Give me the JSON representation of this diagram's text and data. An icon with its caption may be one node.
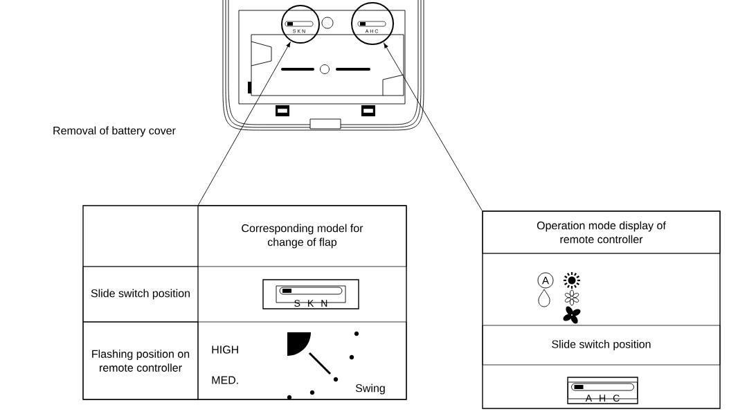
{
  "diagram": {
    "nodes": [
      {
        "text": [],
        "shape": "circle"
      },
      {
        "text": [],
        "shape": "circle"
      },
      {
        "text": [],
        "shape": "box"
      },
      {
        "text": [
          "Corresponding model for change of flap"
        ],
        "in": 2
      },
      {
        "text": [
          "Slide switch position"
        ],
        "in": 2
      },
      {
        "text": [
          "S K N"
        ],
        "in": 2
      },
      {
        "text": [
          "Flashing position on remote controller"
        ],
        "in": 2
      },
      {
        "text": [
          "HIGH",
          "MED.",
          "Swing"
        ],
        "in": 2
      },
      {
        "text": [],
        "shape": "box"
      },
      {
        "text": [
          "Operation mode display of remote controller"
        ],
        "in": 8
      },
      {
        "text": [
          "Slide switch position"
        ],
        "in": 8
      },
      {
        "text": [
          "A H C"
        ],
        "in": 8
      }
    ],
    "edges": [
      {
        "from": 2,
        "to": 0,
        "arrow": "to"
      },
      {
        "from": 8,
        "to": 1,
        "arrow": "to"
      }
    ],
    "labels": [
      "S K N",
      "A H C",
      "Removal of battery cover",
      "A"
    ]
  }
}
